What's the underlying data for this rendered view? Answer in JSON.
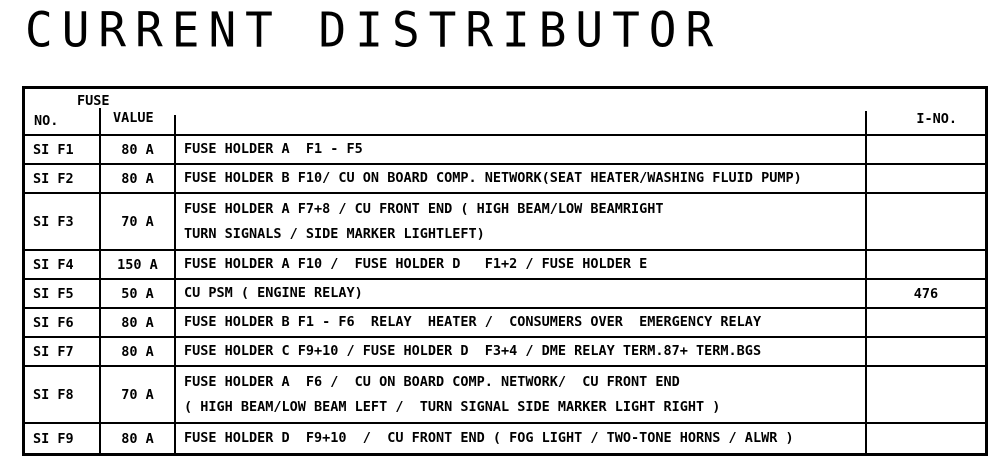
{
  "page": {
    "title": "CURRENT DISTRIBUTOR",
    "background_color": "#ffffff",
    "line_color": "#000000"
  },
  "table": {
    "header": {
      "fuse_label": "FUSE",
      "no_label": "NO.",
      "value_label": "VALUE",
      "ino_label": "I-NO."
    },
    "rows": [
      {
        "no": "SI F1",
        "value": "80 A",
        "desc_lines": [
          "FUSE HOLDER A  F1 - F5"
        ],
        "ino": ""
      },
      {
        "no": "SI F2",
        "value": "80 A",
        "desc_lines": [
          "FUSE HOLDER B F10/ CU ON BOARD COMP. NETWORK(SEAT HEATER/WASHING FLUID PUMP)"
        ],
        "ino": ""
      },
      {
        "no": "SI F3",
        "value": "70 A",
        "desc_lines": [
          "FUSE HOLDER A F7+8 / CU FRONT END ( HIGH BEAM/LOW BEAMRIGHT",
          "TURN SIGNALS / SIDE MARKER LIGHTLEFT)"
        ],
        "ino": ""
      },
      {
        "no": "SI F4",
        "value": "150 A",
        "desc_lines": [
          "FUSE HOLDER A F10 /  FUSE HOLDER D   F1+2 / FUSE HOLDER E"
        ],
        "ino": ""
      },
      {
        "no": "SI F5",
        "value": "50 A",
        "desc_lines": [
          "CU PSM ( ENGINE RELAY)"
        ],
        "ino": "476"
      },
      {
        "no": "SI F6",
        "value": "80 A",
        "desc_lines": [
          "FUSE HOLDER B F1 - F6  RELAY  HEATER /  CONSUMERS OVER  EMERGENCY RELAY"
        ],
        "ino": ""
      },
      {
        "no": "SI F7",
        "value": "80 A",
        "desc_lines": [
          "FUSE HOLDER C F9+10 / FUSE HOLDER D  F3+4 / DME RELAY TERM.87+ TERM.BGS"
        ],
        "ino": ""
      },
      {
        "no": "SI F8",
        "value": "70 A",
        "desc_lines": [
          "FUSE HOLDER A  F6 /  CU ON BOARD COMP. NETWORK/  CU FRONT END",
          "( HIGH BEAM/LOW BEAM LEFT /  TURN SIGNAL SIDE MARKER LIGHT RIGHT )"
        ],
        "ino": ""
      },
      {
        "no": "SI F9",
        "value": "80 A",
        "desc_lines": [
          "FUSE HOLDER D  F9+10  /  CU FRONT END ( FOG LIGHT / TWO-TONE HORNS / ALWR )"
        ],
        "ino": ""
      }
    ]
  }
}
